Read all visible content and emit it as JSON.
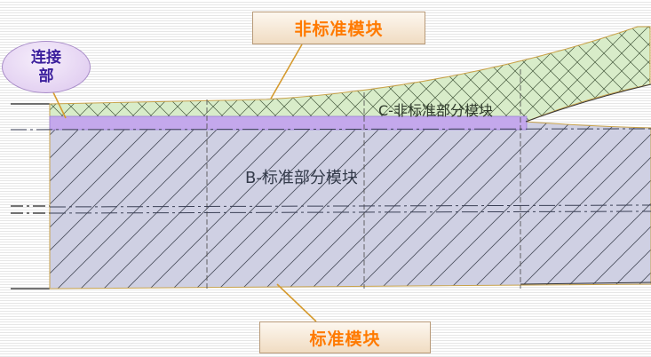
{
  "callouts": {
    "non_standard_module": "非标准模块",
    "standard_module": "标准模块",
    "connection_part": "连接部"
  },
  "regions": {
    "b_label": "B-标准部分模块",
    "c_label": "C-非标准部分模块"
  },
  "colors": {
    "standard_fill": "#cfd0e3",
    "non_standard_fill": "#d8ecc9",
    "connection_fill": "#c4a8ec",
    "callout_text": "#ff7a00",
    "connection_text": "#3a1e9c"
  }
}
